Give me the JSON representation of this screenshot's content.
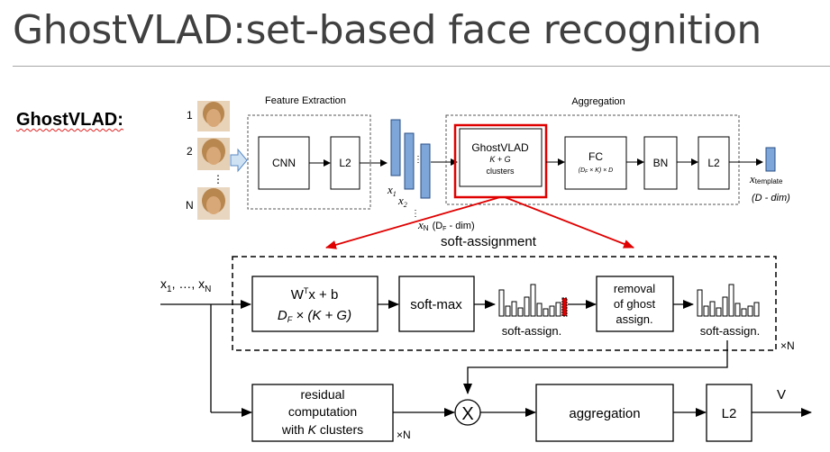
{
  "title": "GhostVLAD:set-based face recognition",
  "section_label": "GhostVLAD:",
  "top": {
    "feature_extraction": "Feature Extraction",
    "aggregation": "Aggregation",
    "face_numbers": [
      "1",
      "2",
      "⋮",
      "N"
    ],
    "cnn": "CNN",
    "l2": "L2",
    "x1": "x",
    "x1_sub": "1",
    "x2": "x",
    "x2_sub": "2",
    "dots": "⋮",
    "xn": "x",
    "xn_sub": "N",
    "xn_dim": "(D",
    "xn_dim_sub": "F",
    "xn_dim_tail": " - dim)",
    "ghostvlad_box": {
      "line1": "GhostVLAD",
      "line2": "K + G",
      "line3": "clusters"
    },
    "fc": "FC",
    "fc_dim": "(D",
    "fc_dim_sub": "F",
    "fc_dim_tail": " × K) × D",
    "bn": "BN",
    "l2_out": "L2",
    "xtemplate": "x",
    "xtemplate_sub": "template",
    "output_dim": "(D - dim)",
    "soft_assignment": "soft-assignment"
  },
  "bottom": {
    "inputs": "x",
    "inputs_sub1": "1",
    "inputs_mid": ", …, x",
    "inputs_subN": "N",
    "wtx_line1": "W",
    "wtx_sup": "T",
    "wtx_tail": "x + b",
    "wtx_line2_pre": "D",
    "wtx_line2_sub": "F",
    "wtx_line2_tail": " × (K + G)",
    "softmax": "soft-max",
    "soft_assign_left": "soft-assign.",
    "removal": {
      "line1": "removal",
      "line2": "of ghost",
      "line3": "assign."
    },
    "soft_assign_right": "soft-assign.",
    "times_n_1": "×N",
    "residual": {
      "line1": "residual",
      "line2": "computation",
      "line3_pre": "with ",
      "line3_k": "K",
      "line3_post": " clusters"
    },
    "times_n_2": "×N",
    "multiply": "X",
    "aggregation": "aggregation",
    "l2": "L2",
    "v": "V"
  },
  "colors": {
    "highlight": "#e00000",
    "feature_bar": "#7ea6d8",
    "feature_bar_border": "#2a4f86",
    "face_skin": "#d9a878",
    "face_hair": "#b8874f",
    "input_arrow": "#9cc3e6"
  }
}
